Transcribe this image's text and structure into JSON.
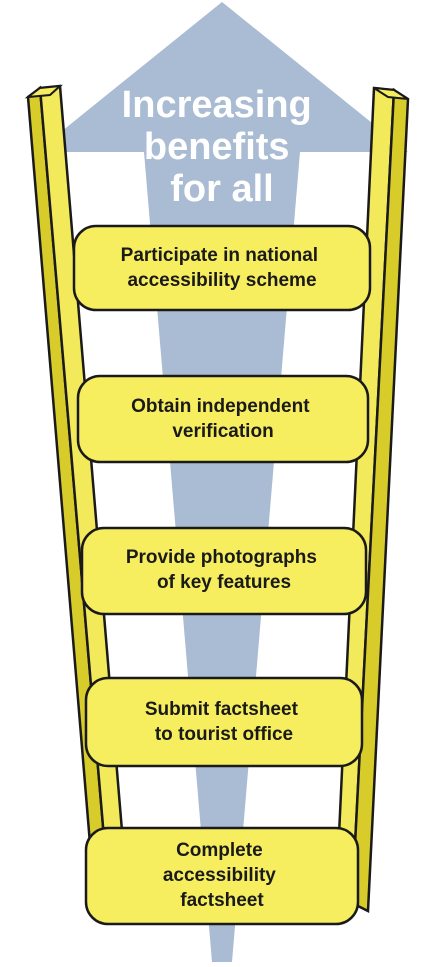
{
  "arrow": {
    "lines": [
      "Increasing",
      "benefits",
      "for all"
    ],
    "color": "#a9bcd3"
  },
  "colors": {
    "rail_front": "#f2ea5a",
    "rail_side": "#d8cc2a",
    "rung_fill": "#f6ee5e",
    "outline": "#1a1a1a"
  },
  "rungs": [
    {
      "lines": [
        "Participate in national",
        "accessibility scheme"
      ]
    },
    {
      "lines": [
        "Obtain independent",
        "verification"
      ]
    },
    {
      "lines": [
        "Provide photographs",
        "of key features"
      ]
    },
    {
      "lines": [
        "Submit factsheet",
        "to tourist office"
      ]
    },
    {
      "lines": [
        "Complete",
        "accessibility",
        "factsheet"
      ]
    }
  ]
}
